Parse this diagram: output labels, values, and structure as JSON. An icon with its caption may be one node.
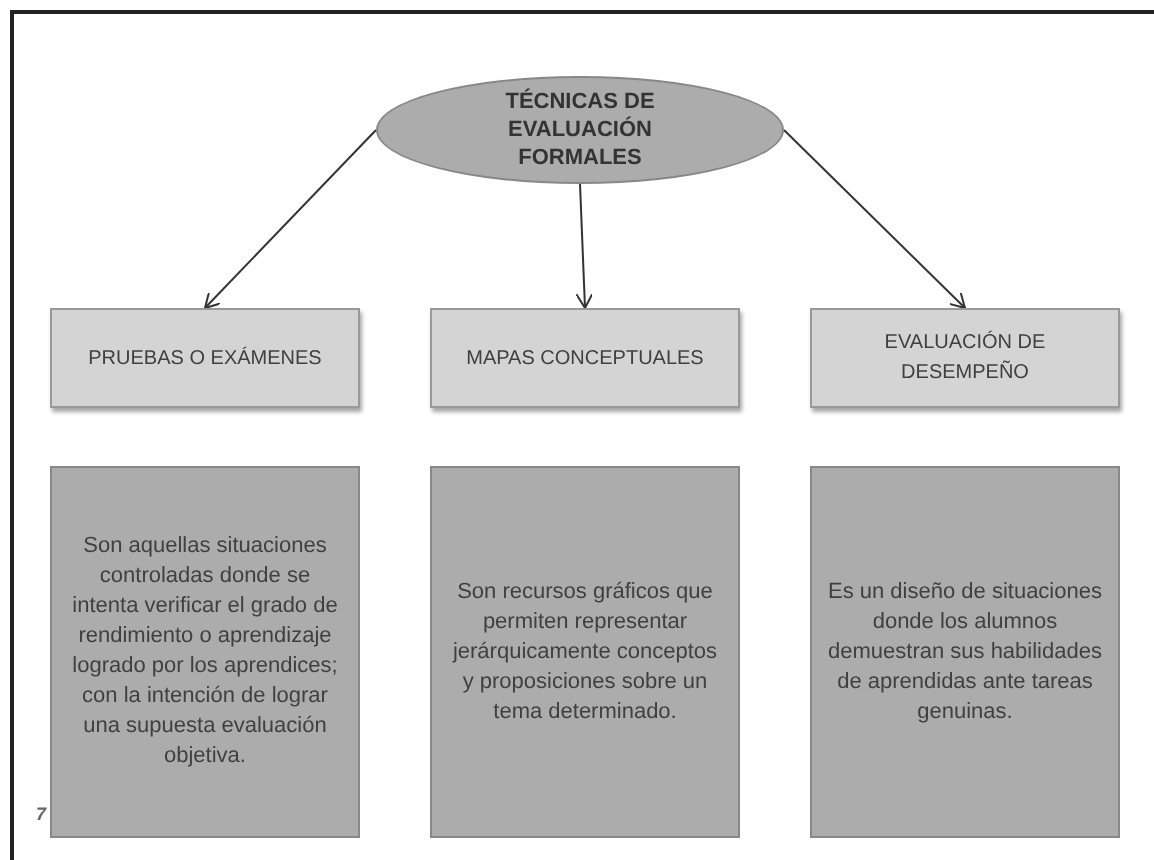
{
  "diagram": {
    "nodes": [
      {
        "text": [
          "TÉCNICAS DE EVALUACIÓN FORMALES"
        ]
      },
      {
        "text": [
          "PRUEBAS O EXÁMENES"
        ]
      },
      {
        "text": [
          "MAPAS CONCEPTUALES"
        ]
      },
      {
        "text": [
          "EVALUACIÓN DE DESEMPEÑO"
        ]
      },
      {
        "text": [
          "Son aquellas situaciones controladas donde se intenta verificar el grado de rendimiento o aprendizaje logrado por los aprendices; con la intención de lograr una supuesta evaluación objetiva."
        ]
      },
      {
        "text": [
          "Son recursos gráficos que permiten representar jerárquicamente conceptos y proposiciones sobre un tema determinado."
        ]
      },
      {
        "text": [
          "Es un diseño de situaciones donde los alumnos demuestran sus habilidades de aprendidas ante tareas genuinas."
        ]
      }
    ],
    "edges": [
      {
        "from": 0,
        "to": 1,
        "arrow": "to"
      },
      {
        "from": 0,
        "to": 2,
        "arrow": "to"
      },
      {
        "from": 0,
        "to": 3,
        "arrow": "to"
      }
    ],
    "labels": [
      "7"
    ]
  }
}
